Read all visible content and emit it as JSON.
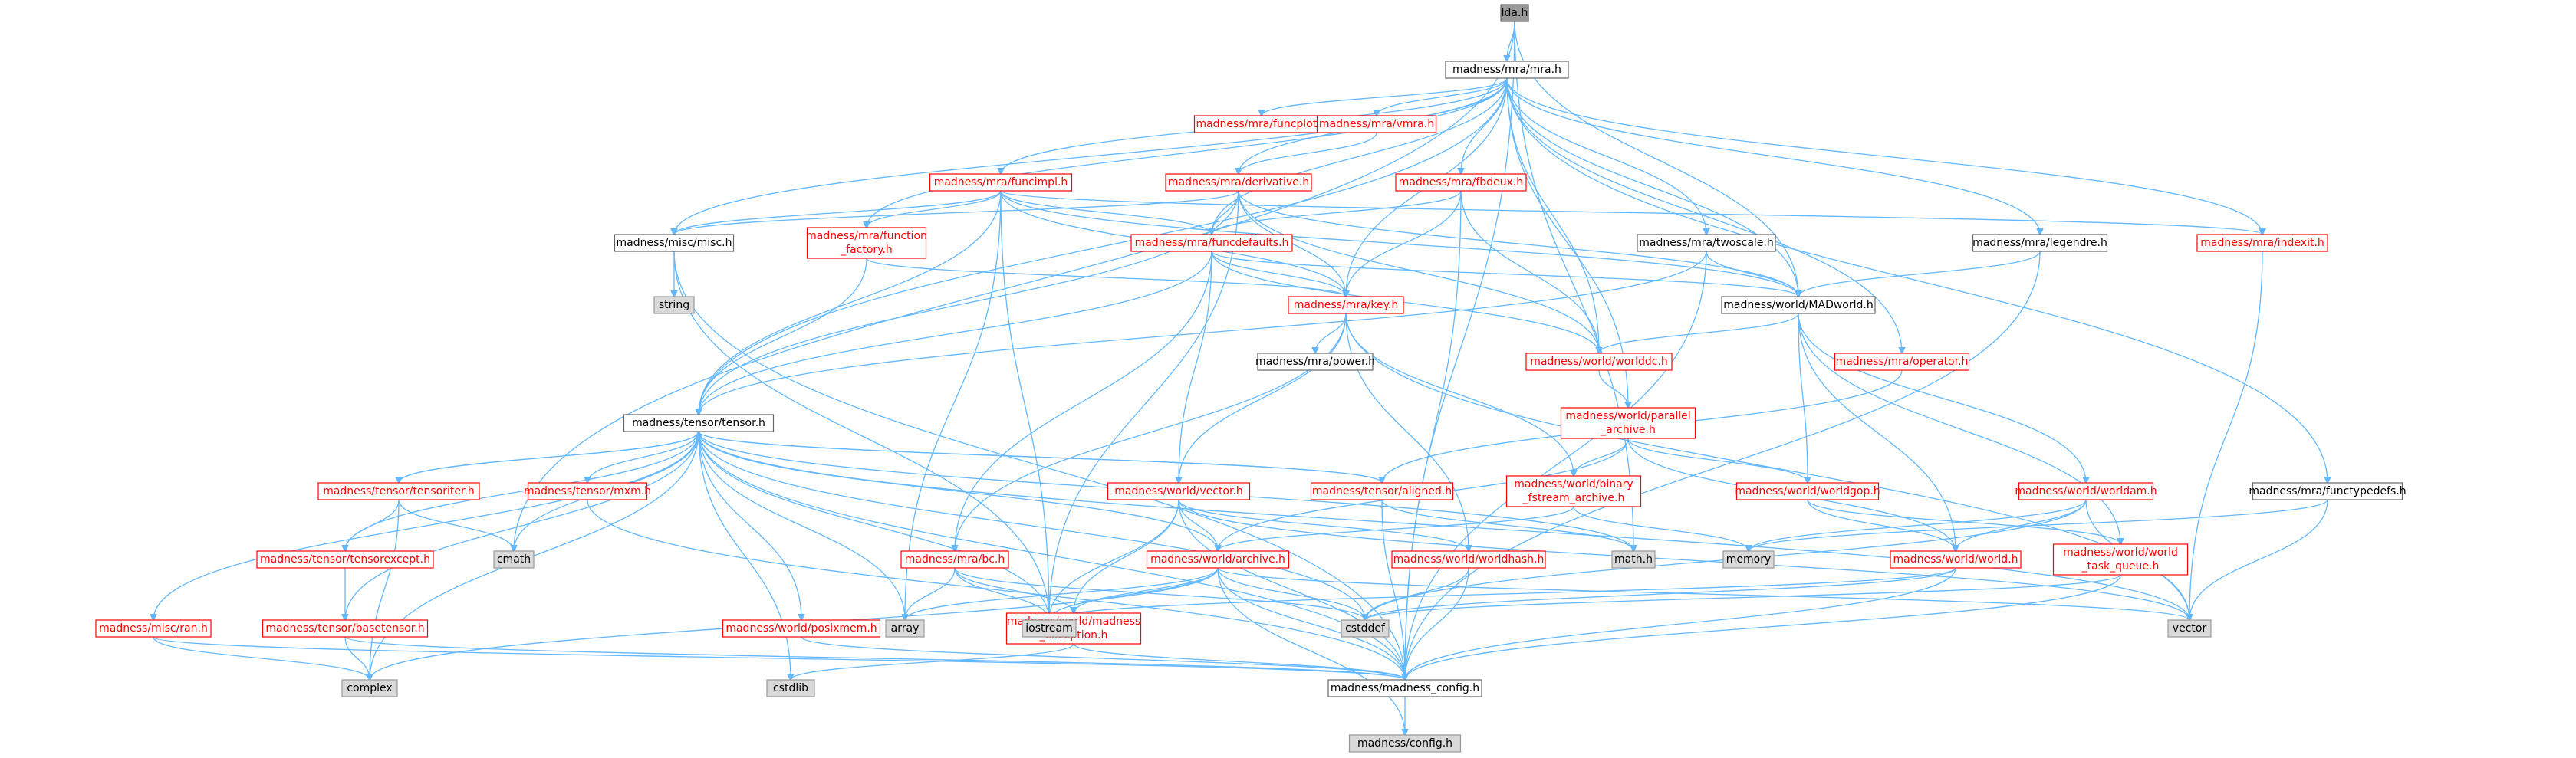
{
  "diagram": {
    "title": "",
    "colors": {
      "edge": "#63b8ff",
      "default_border": "#666666",
      "red_border": "#ff0000",
      "gray_fill": "#d9d9d9",
      "root_fill": "#999999",
      "text": "#000000",
      "red_text": "#ff0000"
    },
    "nodes": [
      {
        "id": "lda",
        "label": "lda.h",
        "style": "root"
      },
      {
        "id": "mra",
        "label": "madness/mra/mra.h",
        "style": "normal"
      },
      {
        "id": "funcplot",
        "label": "madness/mra/funcplot.h",
        "style": "red"
      },
      {
        "id": "vmra",
        "label": "madness/mra/vmra.h",
        "style": "red"
      },
      {
        "id": "funcimpl",
        "label": "madness/mra/funcimpl.h",
        "style": "red"
      },
      {
        "id": "derivative",
        "label": "madness/mra/derivative.h",
        "style": "red"
      },
      {
        "id": "fbdeux",
        "label": "madness/mra/fbdeux.h",
        "style": "red"
      },
      {
        "id": "misc",
        "label": "madness/misc/misc.h",
        "style": "normal"
      },
      {
        "id": "string",
        "label": "string",
        "style": "gray"
      },
      {
        "id": "function_factory",
        "label": [
          "madness/mra/function",
          "_factory.h"
        ],
        "style": "red"
      },
      {
        "id": "funcdefaults",
        "label": "madness/mra/funcdefaults.h",
        "style": "red"
      },
      {
        "id": "twoscale",
        "label": "madness/mra/twoscale.h",
        "style": "normal"
      },
      {
        "id": "legendre",
        "label": "madness/mra/legendre.h",
        "style": "normal"
      },
      {
        "id": "indexit",
        "label": "madness/mra/indexit.h",
        "style": "red"
      },
      {
        "id": "key",
        "label": "madness/mra/key.h",
        "style": "red"
      },
      {
        "id": "madworld",
        "label": "madness/world/MADworld.h",
        "style": "normal"
      },
      {
        "id": "power",
        "label": "madness/mra/power.h",
        "style": "normal"
      },
      {
        "id": "worlddc",
        "label": "madness/world/worlddc.h",
        "style": "red"
      },
      {
        "id": "operator",
        "label": "madness/mra/operator.h",
        "style": "red"
      },
      {
        "id": "tensor",
        "label": "madness/tensor/tensor.h",
        "style": "normal"
      },
      {
        "id": "parallel_archive",
        "label": [
          "madness/world/parallel",
          "_archive.h"
        ],
        "style": "red"
      },
      {
        "id": "tensoriter",
        "label": "madness/tensor/tensoriter.h",
        "style": "red"
      },
      {
        "id": "mxm",
        "label": "madness/tensor/mxm.h",
        "style": "red"
      },
      {
        "id": "vector_h",
        "label": "madness/world/vector.h",
        "style": "red"
      },
      {
        "id": "aligned",
        "label": "madness/tensor/aligned.h",
        "style": "red"
      },
      {
        "id": "binary_fstream",
        "label": [
          "madness/world/binary",
          "_fstream_archive.h"
        ],
        "style": "red"
      },
      {
        "id": "worldgop",
        "label": "madness/world/worldgop.h",
        "style": "red"
      },
      {
        "id": "worldam",
        "label": "madness/world/worldam.h",
        "style": "red"
      },
      {
        "id": "functypedefs",
        "label": "madness/mra/functypedefs.h",
        "style": "normal"
      },
      {
        "id": "cmath",
        "label": "cmath",
        "style": "gray"
      },
      {
        "id": "tensorexcept",
        "label": "madness/tensor/tensorexcept.h",
        "style": "red"
      },
      {
        "id": "bc",
        "label": "madness/mra/bc.h",
        "style": "red"
      },
      {
        "id": "archive",
        "label": "madness/world/archive.h",
        "style": "red"
      },
      {
        "id": "worldhash",
        "label": "madness/world/worldhash.h",
        "style": "red"
      },
      {
        "id": "math_h",
        "label": "math.h",
        "style": "gray"
      },
      {
        "id": "memory",
        "label": "memory",
        "style": "gray"
      },
      {
        "id": "world_h",
        "label": "madness/world/world.h",
        "style": "red"
      },
      {
        "id": "task_queue",
        "label": [
          "madness/world/world",
          "_task_queue.h"
        ],
        "style": "red"
      },
      {
        "id": "basetensor",
        "label": "madness/tensor/basetensor.h",
        "style": "red"
      },
      {
        "id": "ran",
        "label": "madness/misc/ran.h",
        "style": "red"
      },
      {
        "id": "posixmem",
        "label": "madness/world/posixmem.h",
        "style": "red"
      },
      {
        "id": "madness_exception",
        "label": [
          "madness/world/madness",
          "_exception.h"
        ],
        "style": "red"
      },
      {
        "id": "array",
        "label": "array",
        "style": "gray"
      },
      {
        "id": "iostream",
        "label": "iostream",
        "style": "gray"
      },
      {
        "id": "cstddef",
        "label": "cstddef",
        "style": "gray"
      },
      {
        "id": "vector_std",
        "label": "vector",
        "style": "gray"
      },
      {
        "id": "complex",
        "label": "complex",
        "style": "gray"
      },
      {
        "id": "cstdlib",
        "label": "cstdlib",
        "style": "gray"
      },
      {
        "id": "madness_config",
        "label": "madness/madness_config.h",
        "style": "normal"
      },
      {
        "id": "config",
        "label": "madness/config.h",
        "style": "gray"
      }
    ],
    "edges": [
      [
        "lda",
        "mra"
      ],
      [
        "lda",
        "madworld"
      ],
      [
        "lda",
        "cmath"
      ],
      [
        "lda",
        "math_h"
      ],
      [
        "lda",
        "madness_config"
      ],
      [
        "mra",
        "funcplot"
      ],
      [
        "mra",
        "vmra"
      ],
      [
        "mra",
        "funcimpl"
      ],
      [
        "mra",
        "derivative"
      ],
      [
        "mra",
        "fbdeux"
      ],
      [
        "mra",
        "misc"
      ],
      [
        "mra",
        "function_factory"
      ],
      [
        "mra",
        "funcdefaults"
      ],
      [
        "mra",
        "twoscale"
      ],
      [
        "mra",
        "legendre"
      ],
      [
        "mra",
        "indexit"
      ],
      [
        "mra",
        "key"
      ],
      [
        "mra",
        "madworld"
      ],
      [
        "mra",
        "worlddc"
      ],
      [
        "mra",
        "operator"
      ],
      [
        "mra",
        "tensor"
      ],
      [
        "mra",
        "parallel_archive"
      ],
      [
        "mra",
        "functypedefs"
      ],
      [
        "vmra",
        "derivative"
      ],
      [
        "funcimpl",
        "misc"
      ],
      [
        "funcimpl",
        "function_factory"
      ],
      [
        "funcimpl",
        "funcdefaults"
      ],
      [
        "funcimpl",
        "key"
      ],
      [
        "funcimpl",
        "madworld"
      ],
      [
        "funcimpl",
        "tensor"
      ],
      [
        "funcimpl",
        "array"
      ],
      [
        "funcimpl",
        "iostream"
      ],
      [
        "funcimpl",
        "indexit"
      ],
      [
        "derivative",
        "funcdefaults"
      ],
      [
        "derivative",
        "key"
      ],
      [
        "derivative",
        "worlddc"
      ],
      [
        "derivative",
        "tensor"
      ],
      [
        "derivative",
        "misc"
      ],
      [
        "derivative",
        "iostream"
      ],
      [
        "derivative",
        "madworld"
      ],
      [
        "fbdeux",
        "funcdefaults"
      ],
      [
        "fbdeux",
        "key"
      ],
      [
        "fbdeux",
        "worlddc"
      ],
      [
        "fbdeux",
        "madness_config"
      ],
      [
        "misc",
        "string"
      ],
      [
        "misc",
        "madness_config"
      ],
      [
        "misc",
        "iostream"
      ],
      [
        "function_factory",
        "tensor"
      ],
      [
        "function_factory",
        "key"
      ],
      [
        "funcdefaults",
        "key"
      ],
      [
        "funcdefaults",
        "madworld"
      ],
      [
        "funcdefaults",
        "tensor"
      ],
      [
        "funcdefaults",
        "bc"
      ],
      [
        "funcdefaults",
        "vector_h"
      ],
      [
        "funcdefaults",
        "worlddc"
      ],
      [
        "twoscale",
        "madworld"
      ],
      [
        "twoscale",
        "tensor"
      ],
      [
        "twoscale",
        "madness_config"
      ],
      [
        "legendre",
        "madworld"
      ],
      [
        "legendre",
        "madness_config"
      ],
      [
        "indexit",
        "vector_std"
      ],
      [
        "key",
        "power"
      ],
      [
        "key",
        "vector_h"
      ],
      [
        "key",
        "binary_fstream"
      ],
      [
        "key",
        "worldhash"
      ],
      [
        "key",
        "bc"
      ],
      [
        "key",
        "vector_std"
      ],
      [
        "madworld",
        "worlddc"
      ],
      [
        "madworld",
        "worldgop"
      ],
      [
        "madworld",
        "worldam"
      ],
      [
        "madworld",
        "world_h"
      ],
      [
        "madworld",
        "task_queue"
      ],
      [
        "worlddc",
        "parallel_archive"
      ],
      [
        "operator",
        "aligned"
      ],
      [
        "tensor",
        "tensoriter"
      ],
      [
        "tensor",
        "mxm"
      ],
      [
        "tensor",
        "aligned"
      ],
      [
        "tensor",
        "tensorexcept"
      ],
      [
        "tensor",
        "basetensor"
      ],
      [
        "tensor",
        "ran"
      ],
      [
        "tensor",
        "posixmem"
      ],
      [
        "tensor",
        "archive"
      ],
      [
        "tensor",
        "cmath"
      ],
      [
        "tensor",
        "complex"
      ],
      [
        "tensor",
        "array"
      ],
      [
        "tensor",
        "iostream"
      ],
      [
        "tensor",
        "cstddef"
      ],
      [
        "tensor",
        "vector_std"
      ],
      [
        "tensor",
        "madness_config"
      ],
      [
        "tensor",
        "cstdlib"
      ],
      [
        "tensor",
        "math_h"
      ],
      [
        "parallel_archive",
        "binary_fstream"
      ],
      [
        "parallel_archive",
        "worldgop"
      ],
      [
        "parallel_archive",
        "world_h"
      ],
      [
        "parallel_archive",
        "archive"
      ],
      [
        "tensoriter",
        "tensor"
      ],
      [
        "tensoriter",
        "tensorexcept"
      ],
      [
        "tensoriter",
        "cmath"
      ],
      [
        "tensoriter",
        "complex"
      ],
      [
        "mxm",
        "madness_config"
      ],
      [
        "aligned",
        "tensor"
      ],
      [
        "aligned",
        "madness_config"
      ],
      [
        "aligned",
        "math_h"
      ],
      [
        "vector_h",
        "archive"
      ],
      [
        "vector_h",
        "madness_exception"
      ],
      [
        "vector_h",
        "iostream"
      ],
      [
        "vector_h",
        "vector_std"
      ],
      [
        "vector_h",
        "madness_config"
      ],
      [
        "vector_h",
        "worldhash"
      ],
      [
        "binary_fstream",
        "archive"
      ],
      [
        "binary_fstream",
        "memory"
      ],
      [
        "worldgop",
        "world_h"
      ],
      [
        "worldgop",
        "task_queue"
      ],
      [
        "worldam",
        "world_h"
      ],
      [
        "worldam",
        "vector_std"
      ],
      [
        "worldam",
        "cstddef"
      ],
      [
        "worldam",
        "memory"
      ],
      [
        "functypedefs",
        "memory"
      ],
      [
        "functypedefs",
        "vector_std"
      ],
      [
        "tensorexcept",
        "basetensor"
      ],
      [
        "bc",
        "array"
      ],
      [
        "bc",
        "madness_exception"
      ],
      [
        "bc",
        "iostream"
      ],
      [
        "bc",
        "cstddef"
      ],
      [
        "archive",
        "array"
      ],
      [
        "archive",
        "iostream"
      ],
      [
        "archive",
        "cstddef"
      ],
      [
        "archive",
        "vector_std"
      ],
      [
        "archive",
        "madness_exception"
      ],
      [
        "archive",
        "complex"
      ],
      [
        "archive",
        "madness_config"
      ],
      [
        "archive",
        "config"
      ],
      [
        "worldhash",
        "cstddef"
      ],
      [
        "worldhash",
        "madness_config"
      ],
      [
        "world_h",
        "madness_config"
      ],
      [
        "world_h",
        "cstddef"
      ],
      [
        "world_h",
        "iostream"
      ],
      [
        "task_queue",
        "madness_config"
      ],
      [
        "task_queue",
        "cstddef"
      ],
      [
        "basetensor",
        "complex"
      ],
      [
        "basetensor",
        "madness_config"
      ],
      [
        "ran",
        "complex"
      ],
      [
        "ran",
        "madness_config"
      ],
      [
        "posixmem",
        "madness_config"
      ],
      [
        "madness_exception",
        "madness_config"
      ],
      [
        "madness_exception",
        "cstdlib"
      ],
      [
        "madness_config",
        "config"
      ]
    ]
  }
}
